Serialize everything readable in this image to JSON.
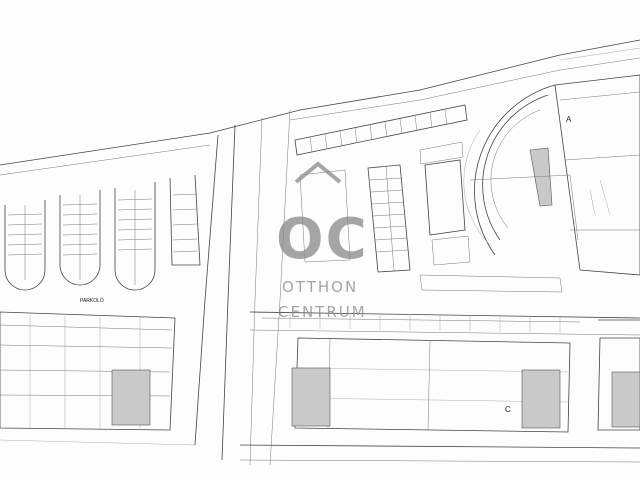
{
  "plan": {
    "labels": {
      "parking_area": "PARKOLÓ",
      "building_a": "A",
      "building_c": "C"
    },
    "watermark": {
      "mark": "OC",
      "line1": "OTTHON",
      "line2": "CENTRUM"
    }
  }
}
